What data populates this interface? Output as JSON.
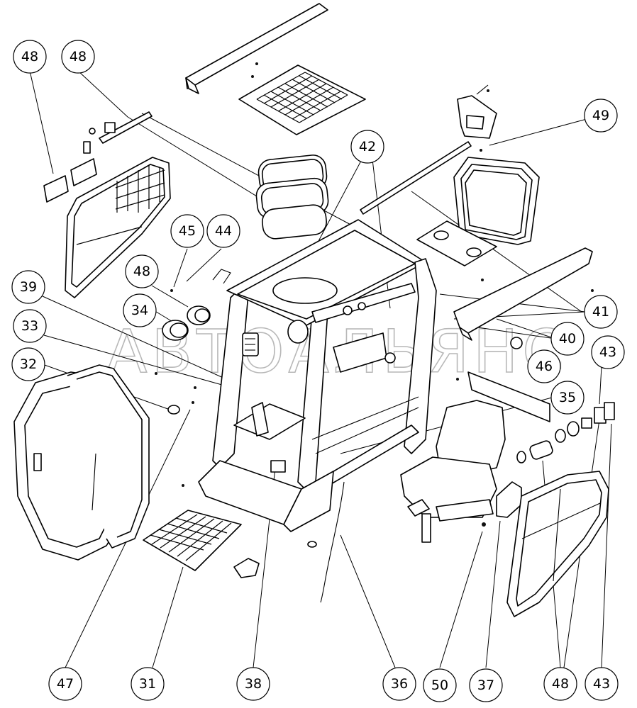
{
  "watermark": "АВТОАЛЬЯНС",
  "callouts": [
    {
      "label": "48",
      "name": "callout-48-top-left"
    },
    {
      "label": "48",
      "name": "callout-48-top"
    },
    {
      "label": "49",
      "name": "callout-49"
    },
    {
      "label": "42",
      "name": "callout-42"
    },
    {
      "label": "45",
      "name": "callout-45"
    },
    {
      "label": "44",
      "name": "callout-44"
    },
    {
      "label": "48",
      "name": "callout-48-mid"
    },
    {
      "label": "39",
      "name": "callout-39"
    },
    {
      "label": "34",
      "name": "callout-34"
    },
    {
      "label": "33",
      "name": "callout-33"
    },
    {
      "label": "32",
      "name": "callout-32"
    },
    {
      "label": "41",
      "name": "callout-41"
    },
    {
      "label": "40",
      "name": "callout-40"
    },
    {
      "label": "46",
      "name": "callout-46"
    },
    {
      "label": "43",
      "name": "callout-43-right"
    },
    {
      "label": "35",
      "name": "callout-35"
    },
    {
      "label": "47",
      "name": "callout-47"
    },
    {
      "label": "31",
      "name": "callout-31"
    },
    {
      "label": "38",
      "name": "callout-38"
    },
    {
      "label": "36",
      "name": "callout-36"
    },
    {
      "label": "50",
      "name": "callout-50"
    },
    {
      "label": "37",
      "name": "callout-37"
    },
    {
      "label": "48",
      "name": "callout-48-bottom"
    },
    {
      "label": "43",
      "name": "callout-43-bottom"
    }
  ]
}
